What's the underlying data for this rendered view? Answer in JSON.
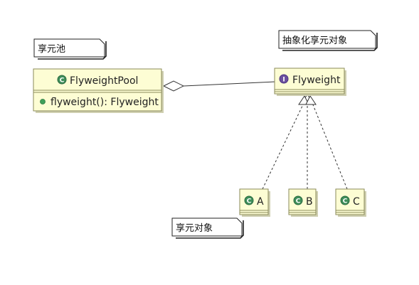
{
  "colors": {
    "class_fill": "#fdfdd4",
    "class_border": "#8a8a5a",
    "class_icon": "#3f8f5a",
    "interface_icon": "#6b4f9f",
    "method_dot": "#3fa05a",
    "note_border": "#222222",
    "line": "#333333"
  },
  "notes": {
    "pool_note": "享元池",
    "abstract_note": "抽象化享元对象",
    "concrete_note": "享元对象"
  },
  "classes": {
    "pool": {
      "name": "FlyweightPool",
      "icon": "class-icon",
      "methods": [
        "flyweight(): Flyweight"
      ]
    },
    "flyweight": {
      "name": "Flyweight",
      "icon": "interface-icon"
    },
    "concrete": [
      {
        "name": "A",
        "icon": "class-icon"
      },
      {
        "name": "B",
        "icon": "class-icon"
      },
      {
        "name": "C",
        "icon": "class-icon"
      }
    ]
  },
  "icon_glyphs": {
    "class": "C",
    "interface": "I"
  }
}
